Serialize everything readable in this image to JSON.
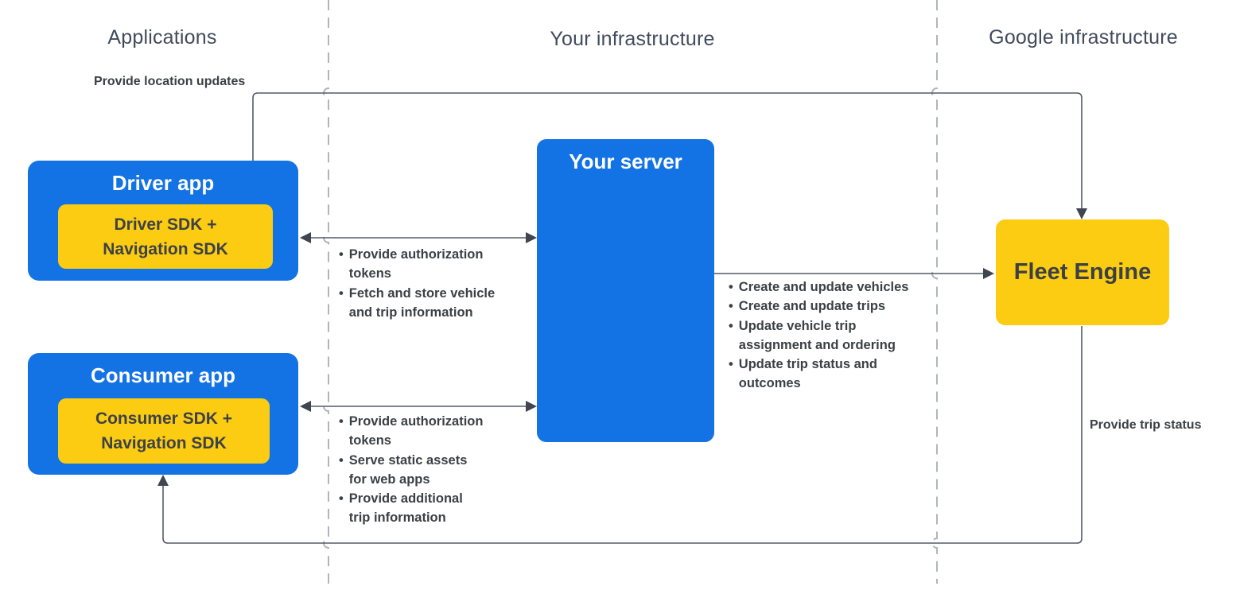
{
  "ui": {
    "bullet_char": "•"
  },
  "headers": {
    "applications": "Applications",
    "your_infrastructure": "Your infrastructure",
    "google_infrastructure": "Google infrastructure"
  },
  "nodes": {
    "driver_app": {
      "title": "Driver app",
      "sdk": "Driver SDK +\nNavigation SDK"
    },
    "consumer_app": {
      "title": "Consumer app",
      "sdk": "Consumer SDK +\nNavigation SDK"
    },
    "your_server": {
      "title": "Your server"
    },
    "fleet_engine": {
      "title": "Fleet Engine"
    }
  },
  "edges": {
    "location_updates": {
      "label": "Provide location updates"
    },
    "driver_server": {
      "bullets": [
        "Provide authorization\ntokens",
        "Fetch and store vehicle\nand trip information"
      ]
    },
    "server_fleet": {
      "bullets": [
        "Create and update vehicles",
        "Create and update trips",
        "Update vehicle trip\nassignment and ordering",
        "Update trip status and\noutcomes"
      ]
    },
    "consumer_server": {
      "bullets": [
        "Provide authorization\ntokens",
        "Serve static assets\nfor web apps",
        "Provide additional\ntrip information"
      ]
    },
    "trip_status": {
      "label": "Provide trip status"
    }
  },
  "colors": {
    "node_blue": "#1372E4",
    "node_yellow": "#FCCC12",
    "wire": "#545b68",
    "lane_divider": "#b0b5bd",
    "text_dark": "#3c4043",
    "header_text": "#414b5c"
  }
}
